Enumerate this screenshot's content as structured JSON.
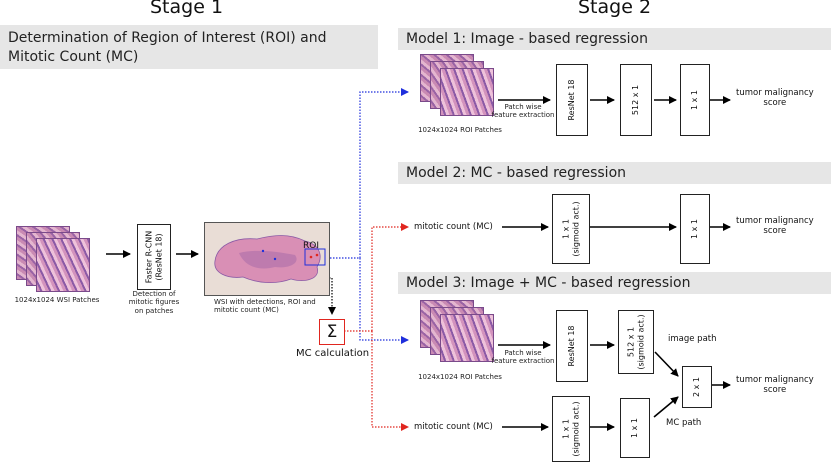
{
  "stage1": {
    "title": "Stage 1",
    "header_line1": "Determination of Region of Interest (ROI) and",
    "header_line2": "Mitotic Count (MC)",
    "wsi_patches_label": "1024x1024 WSI Patches",
    "detector_label_1": "Faster R-CNN",
    "detector_label_2": "(ResNet 18)",
    "detection_caption_1": "Detection of",
    "detection_caption_2": "mitotic figures",
    "detection_caption_3": "on patches",
    "roi_label": "ROI",
    "wsi_caption_1": "WSI with detections, ROI and",
    "wsi_caption_2": "mitotic count (MC)",
    "sigma_symbol": "Σ",
    "mc_calc_label": "MC calculation"
  },
  "stage2": {
    "title": "Stage 2",
    "model1": {
      "header": "Model 1: Image - based regression",
      "patches_label": "1024x1024 ROI Patches",
      "extract_1": "Patch wise",
      "extract_2": "feature extraction",
      "box1": "ResNet 18",
      "box2": "512 x 1",
      "box3": "1 x 1",
      "output_1": "tumor malignancy",
      "output_2": "score"
    },
    "model2": {
      "header": "Model 2: MC - based regression",
      "input": "mitotic count (MC)",
      "box1_1": "1 x 1",
      "box1_2": "(sigmoid act.)",
      "box2": "1 x 1",
      "output_1": "tumor malignancy",
      "output_2": "score"
    },
    "model3": {
      "header": "Model 3: Image + MC - based regression",
      "patches_label": "1024x1024 ROI Patches",
      "extract_1": "Patch wise",
      "extract_2": "feature extraction",
      "box1": "ResNet 18",
      "box2_1": "512 x 1",
      "box2_2": "(sigmoid act.)",
      "image_path": "image path",
      "box3": "2 x 1",
      "input": "mitotic count (MC)",
      "box4_1": "1 x 1",
      "box4_2": "(sigmoid act.)",
      "box5": "1 x 1",
      "mc_path": "MC path",
      "output_1": "tumor malignancy",
      "output_2": "score"
    }
  },
  "colors": {
    "header_bg": "#e6e6e6",
    "blue_arrow": "#1f2fdc",
    "red_arrow": "#e0261f",
    "tissue_pink": "#d98fb5",
    "tissue_purple": "#8b5aa6"
  }
}
